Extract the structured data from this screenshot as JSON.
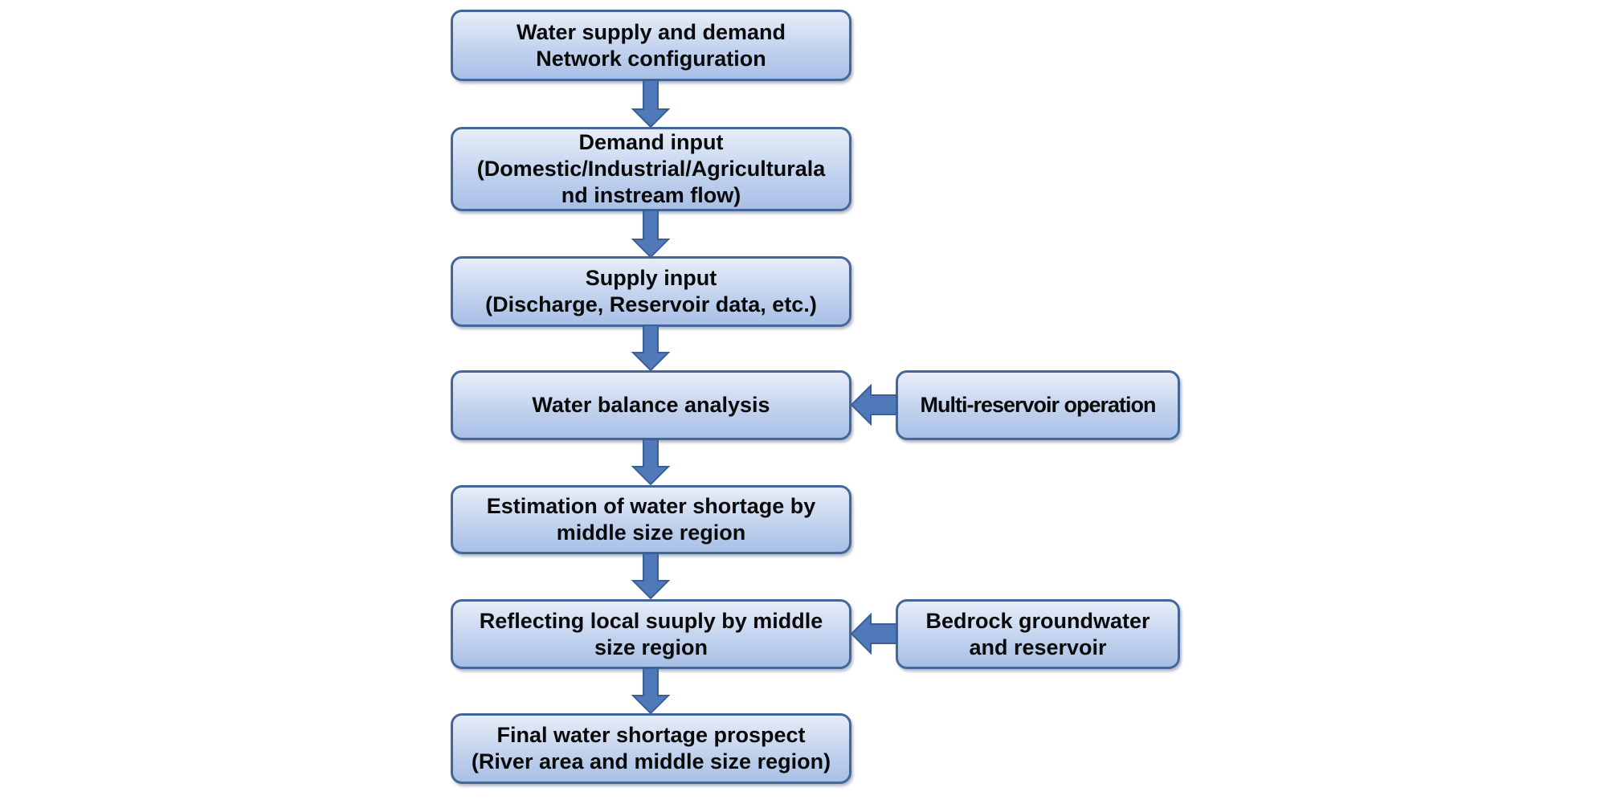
{
  "flowchart": {
    "main_steps": [
      {
        "id": "network",
        "lines": [
          "Water supply and demand",
          "Network configuration"
        ]
      },
      {
        "id": "demand",
        "lines": [
          "Demand input",
          "(Domestic/Industrial/Agriculturala",
          "nd instream flow)"
        ]
      },
      {
        "id": "supply",
        "lines": [
          "Supply input",
          "(Discharge, Reservoir data, etc.)"
        ]
      },
      {
        "id": "balance",
        "lines": [
          "Water balance analysis"
        ]
      },
      {
        "id": "estimation",
        "lines": [
          "Estimation of water shortage by",
          "middle size region"
        ]
      },
      {
        "id": "reflecting",
        "lines": [
          "Reflecting local suuply by middle",
          "size region"
        ]
      },
      {
        "id": "final",
        "lines": [
          "Final water shortage prospect",
          "(River area and middle size region)"
        ]
      }
    ],
    "side_inputs": [
      {
        "id": "multi-reservoir",
        "target": "balance",
        "lines": [
          "Multi-reservoir operation"
        ]
      },
      {
        "id": "bedrock",
        "target": "reflecting",
        "lines": [
          "Bedrock groundwater",
          "and reservoir"
        ]
      }
    ],
    "colors": {
      "box_border": "#44679a",
      "box_fill_top": "#e7edf8",
      "box_fill_bottom": "#a8bfe6",
      "arrow_fill": "#4f79b9",
      "arrow_stroke": "#3b5f94"
    }
  }
}
